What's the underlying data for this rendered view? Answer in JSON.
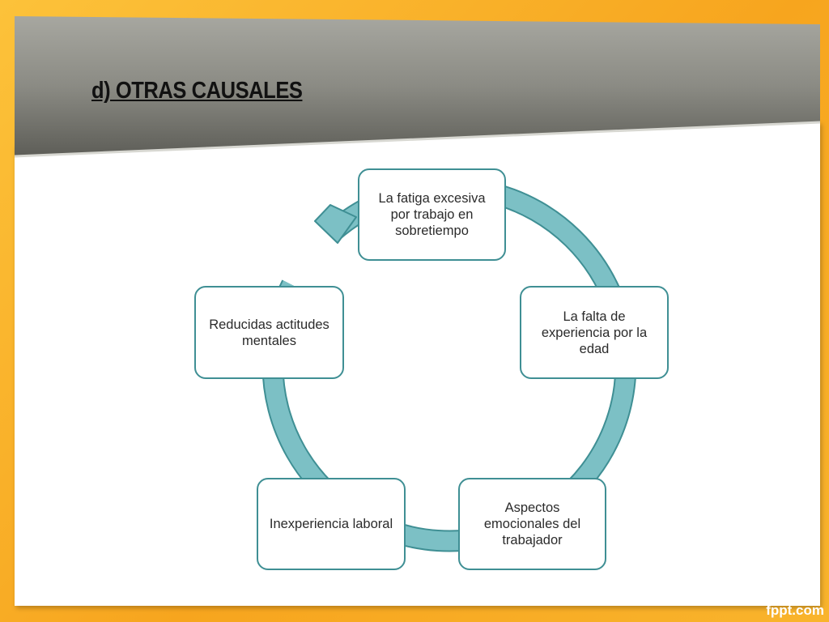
{
  "slide": {
    "title": "d) OTRAS CAUSALES",
    "watermark": "fppt.com"
  },
  "cycle": {
    "nodes": [
      {
        "id": "fatiga",
        "label": "La fatiga excesiva por trabajo en sobretiempo"
      },
      {
        "id": "experiencia-edad",
        "label": "La falta de experiencia por la edad"
      },
      {
        "id": "emocionales",
        "label": "Aspectos emocionales del trabajador"
      },
      {
        "id": "inexperiencia",
        "label": "Inexperiencia laboral"
      },
      {
        "id": "actitudes",
        "label": "Reducidas actitudes mentales"
      }
    ],
    "arrow_color": "#7cc0c5",
    "border_color": "#3f8f94"
  },
  "colors": {
    "background": "#f9b233",
    "header_band": "#8c8c84",
    "content_panel": "#ffffff"
  }
}
